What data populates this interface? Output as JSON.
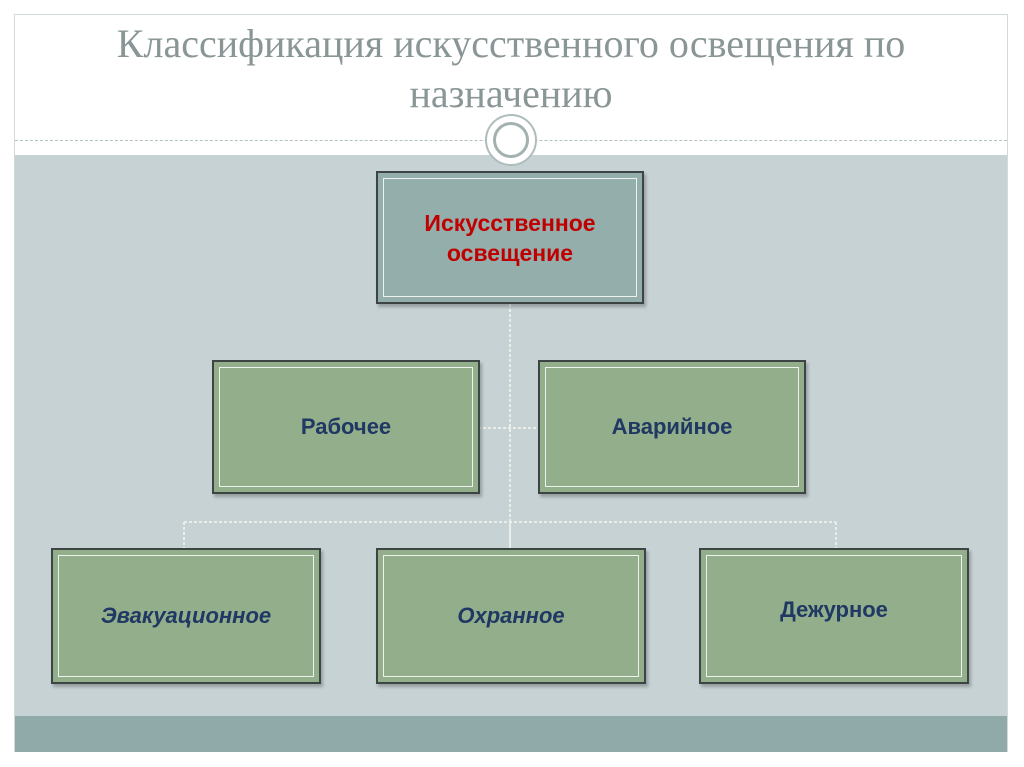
{
  "slide": {
    "title": "Классификация искусственного освещения по назначению"
  },
  "diagram": {
    "root": {
      "label": "Искусственное освещение"
    },
    "level1": [
      {
        "label": "Рабочее"
      },
      {
        "label": "Аварийное"
      }
    ],
    "level2": [
      {
        "label": "Эвакуационное"
      },
      {
        "label": "Охранное"
      },
      {
        "label": "Дежурное"
      }
    ]
  },
  "colors": {
    "root_fill": "#93aeab",
    "root_text": "#c00000",
    "child_fill": "#93ae8a",
    "child_text": "#1f3864",
    "content_bg": "#c7d2d5",
    "band": "#8faaa9",
    "title_text": "#8a9696"
  }
}
